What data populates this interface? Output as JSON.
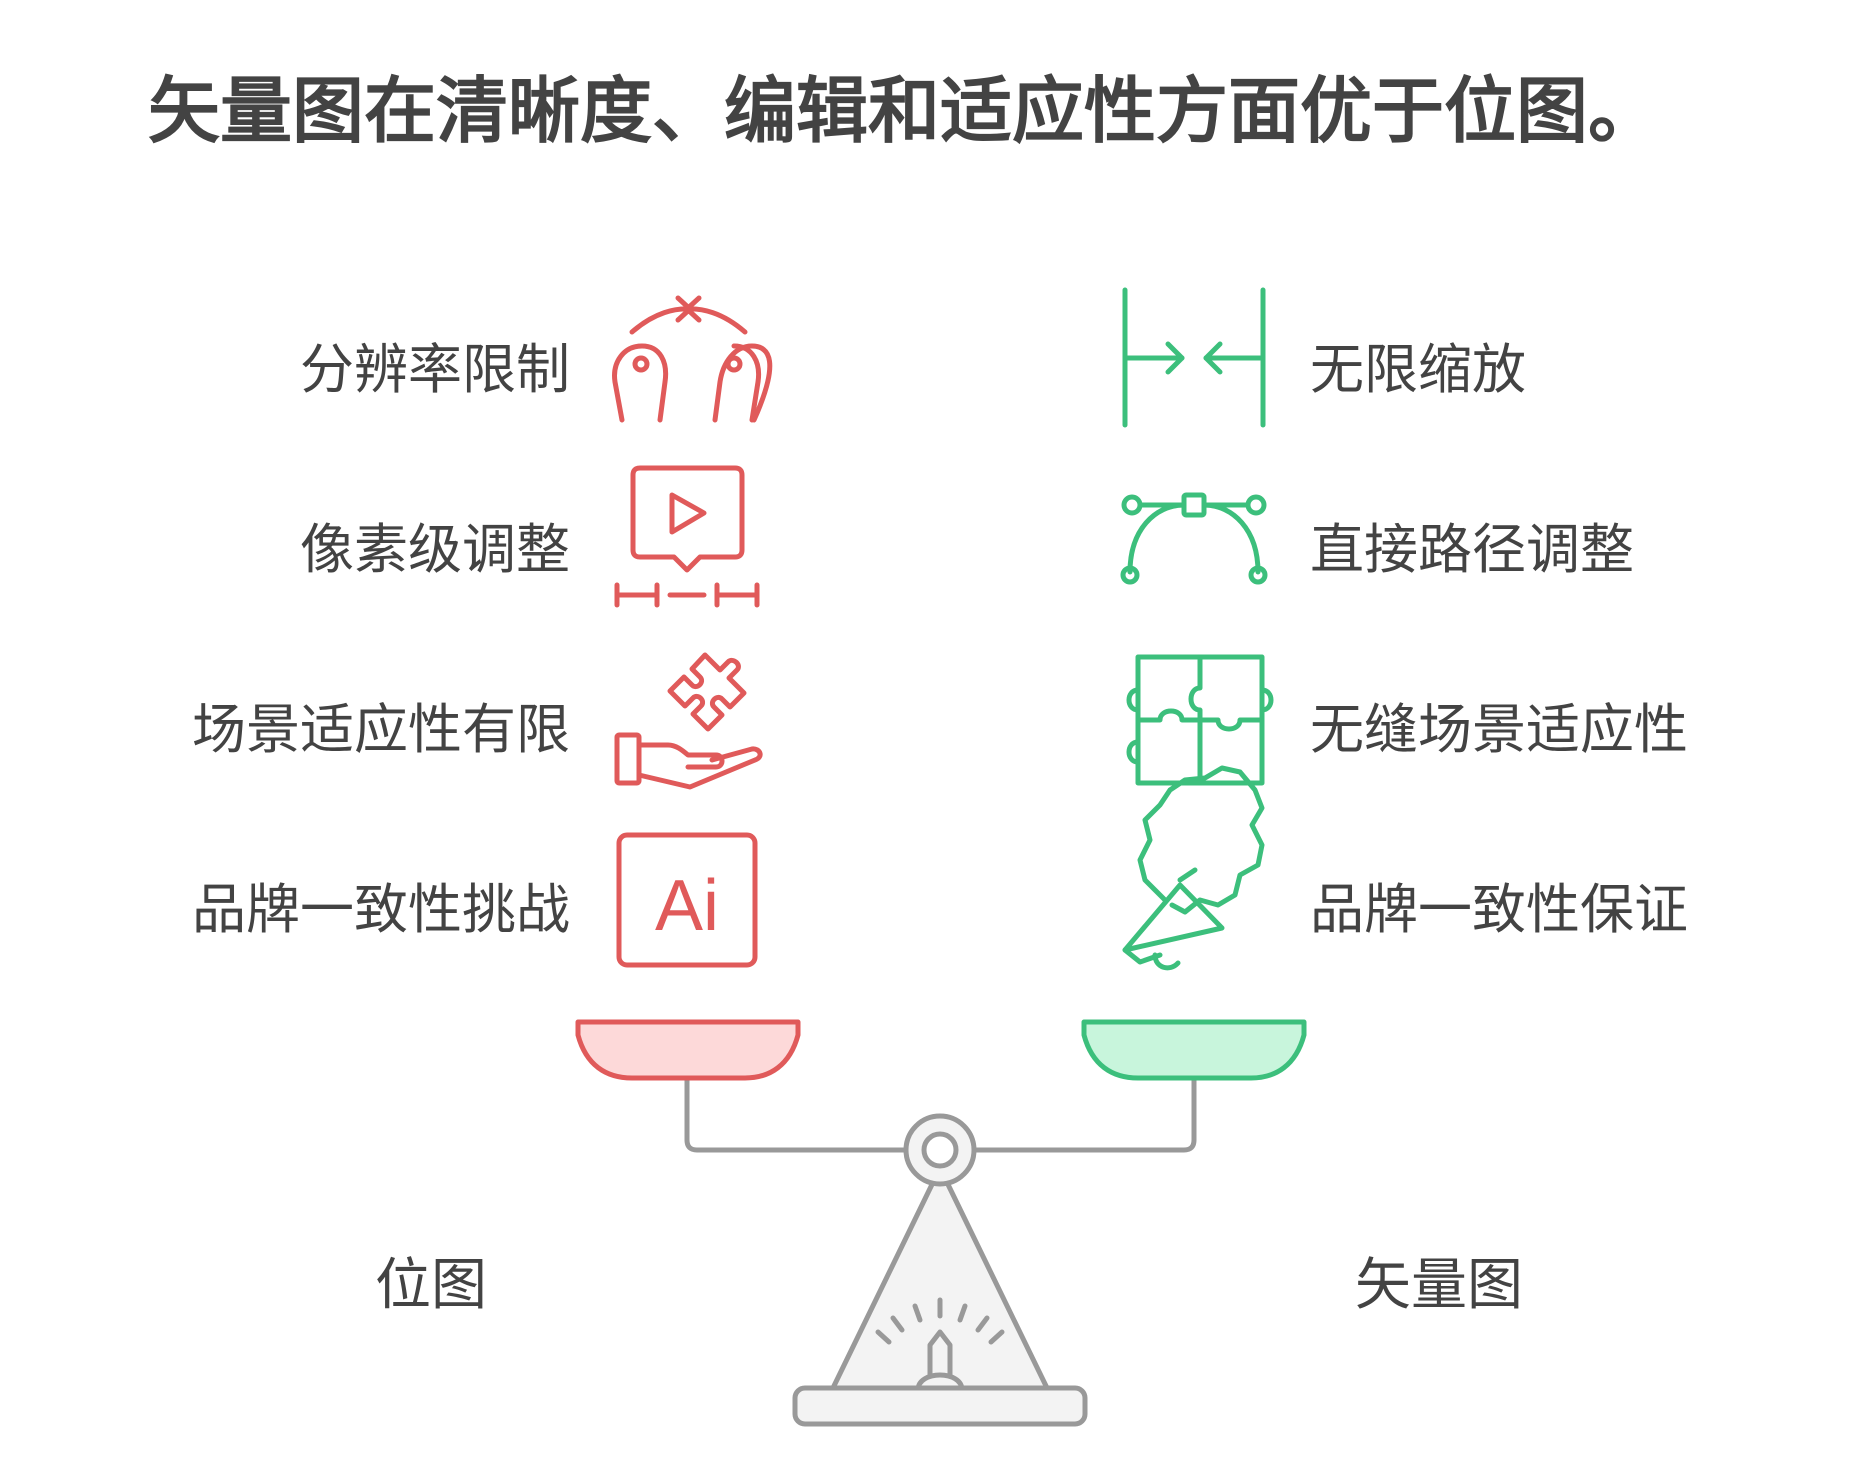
{
  "title": "矢量图在清晰度、编辑和适应性方面优于位图。",
  "left": {
    "name": "位图",
    "items": [
      {
        "label": "分辨率限制",
        "icon": "pinch-fingers-icon"
      },
      {
        "label": "像素级调整",
        "icon": "video-frame-icon"
      },
      {
        "label": "场景适应性有限",
        "icon": "hand-puzzle-icon"
      },
      {
        "label": "品牌一致性挑战",
        "icon": "adobe-illustrator-icon",
        "icon_text": "Ai"
      }
    ],
    "color": "#e05a5a",
    "fill": "#fdd9d9"
  },
  "right": {
    "name": "矢量图",
    "items": [
      {
        "label": "无限缩放",
        "icon": "scale-arrows-icon"
      },
      {
        "label": "直接路径调整",
        "icon": "bezier-curve-icon"
      },
      {
        "label": "无缝场景适应性",
        "icon": "puzzle-grid-icon"
      },
      {
        "label": "品牌一致性保证",
        "icon": "megaphone-badge-icon"
      }
    ],
    "color": "#3cbf7c",
    "fill": "#c8f5dc"
  },
  "scale": {
    "icon": "balance-scale-icon",
    "color": "#999999",
    "base_fill": "#f3f3f3"
  }
}
